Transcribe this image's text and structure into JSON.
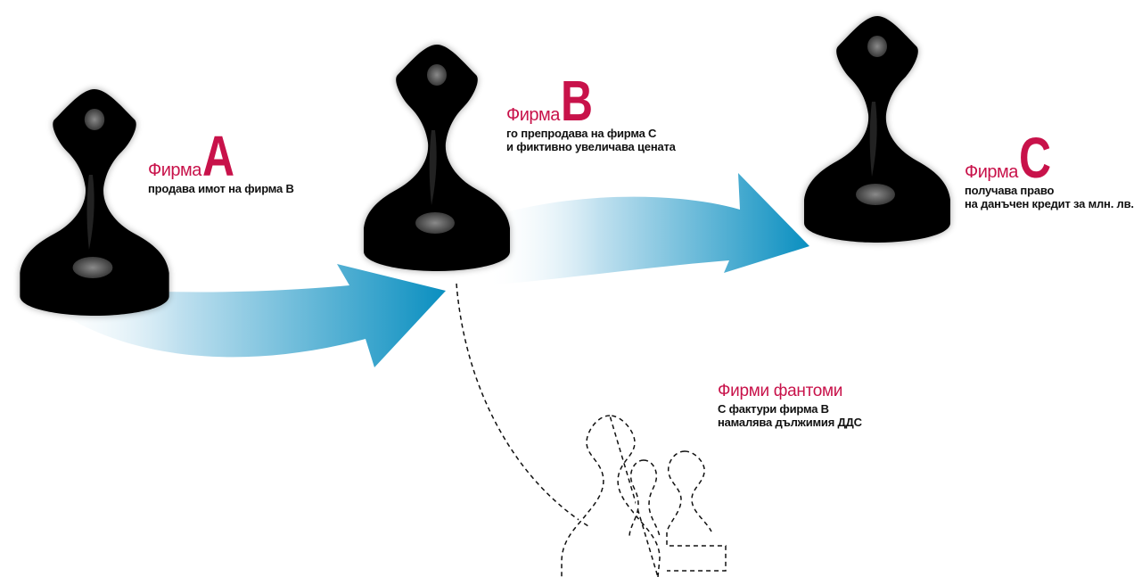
{
  "firm_a": {
    "word": "Фирма",
    "letter": "A",
    "desc_prefix": "продава имот на ",
    "desc_bold": "фирма В"
  },
  "firm_b": {
    "word": "Фирма",
    "letter": "B",
    "line1_prefix": "го препродава на ",
    "line1_bold": "фирма С",
    "line2": "и фиктивно увеличава цената"
  },
  "firm_c": {
    "word": "Фирма",
    "letter": "C",
    "line1": "получава право",
    "line2": "на данъчен кредит за млн. лв."
  },
  "phantoms": {
    "title": "Фирми фантоми",
    "line1_prefix": "С фактури ",
    "line1_bold": "фирма В",
    "line2": "намалява дължимия ДДС"
  },
  "colors": {
    "accent": "#c8124a",
    "arrow_dark": "#0a8fc0",
    "arrow_light": "#e6f3fa",
    "pawn": "#000000"
  }
}
